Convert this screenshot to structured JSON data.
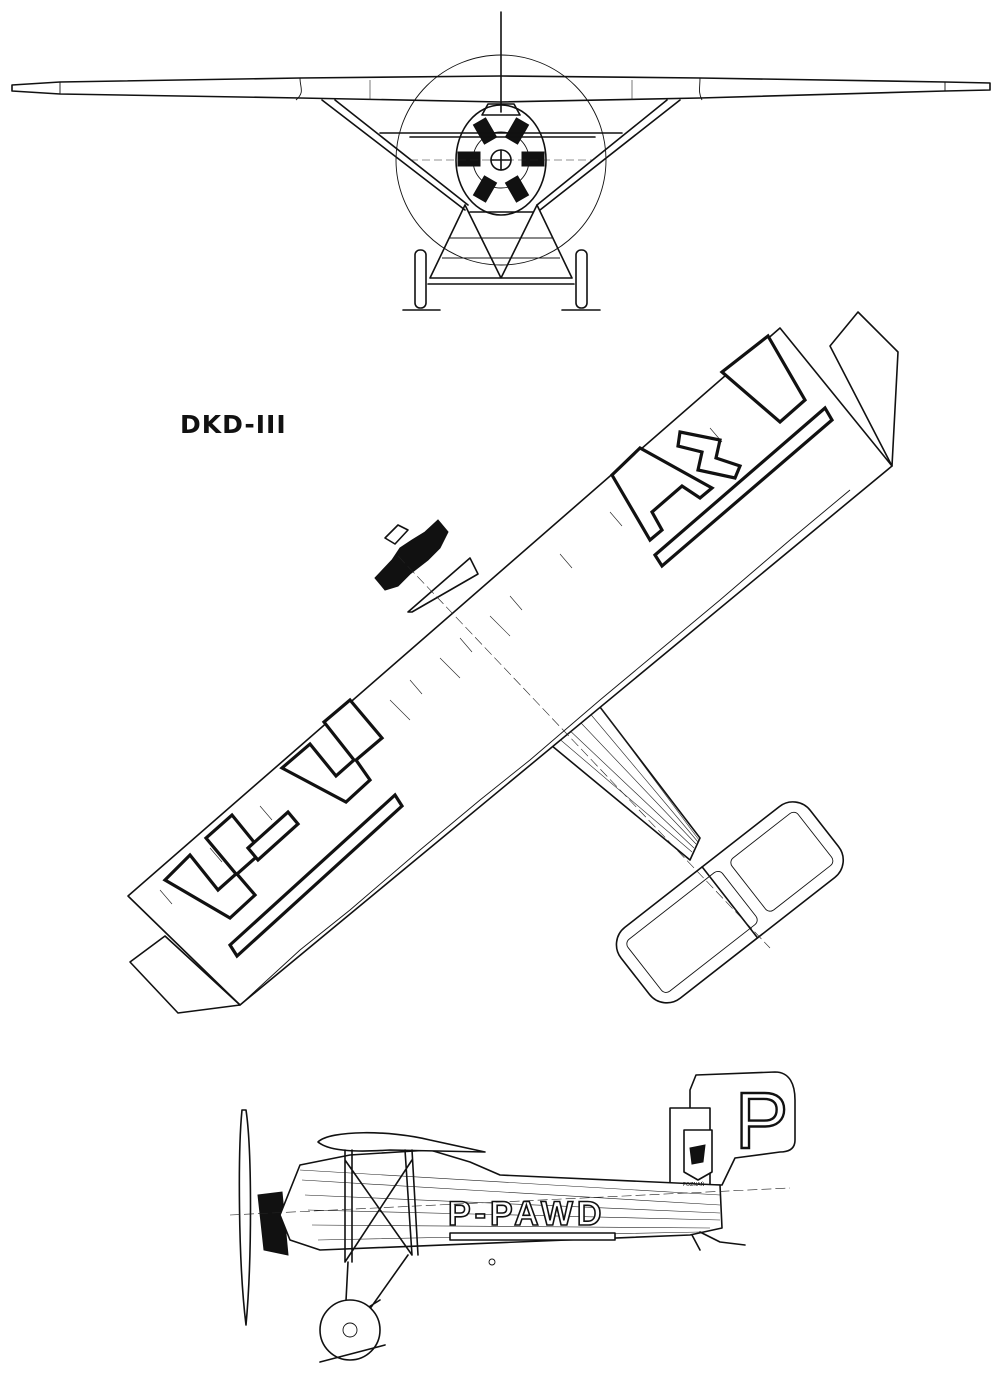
{
  "title": "DKD-III",
  "views": {
    "front": {},
    "top": {
      "wing_left_text": "P-P",
      "wing_right_text": "AWD"
    },
    "side": {
      "fuselage_text": "P-PAWD",
      "fin_text": "P",
      "emblem_text": "POZNAŃ"
    }
  }
}
